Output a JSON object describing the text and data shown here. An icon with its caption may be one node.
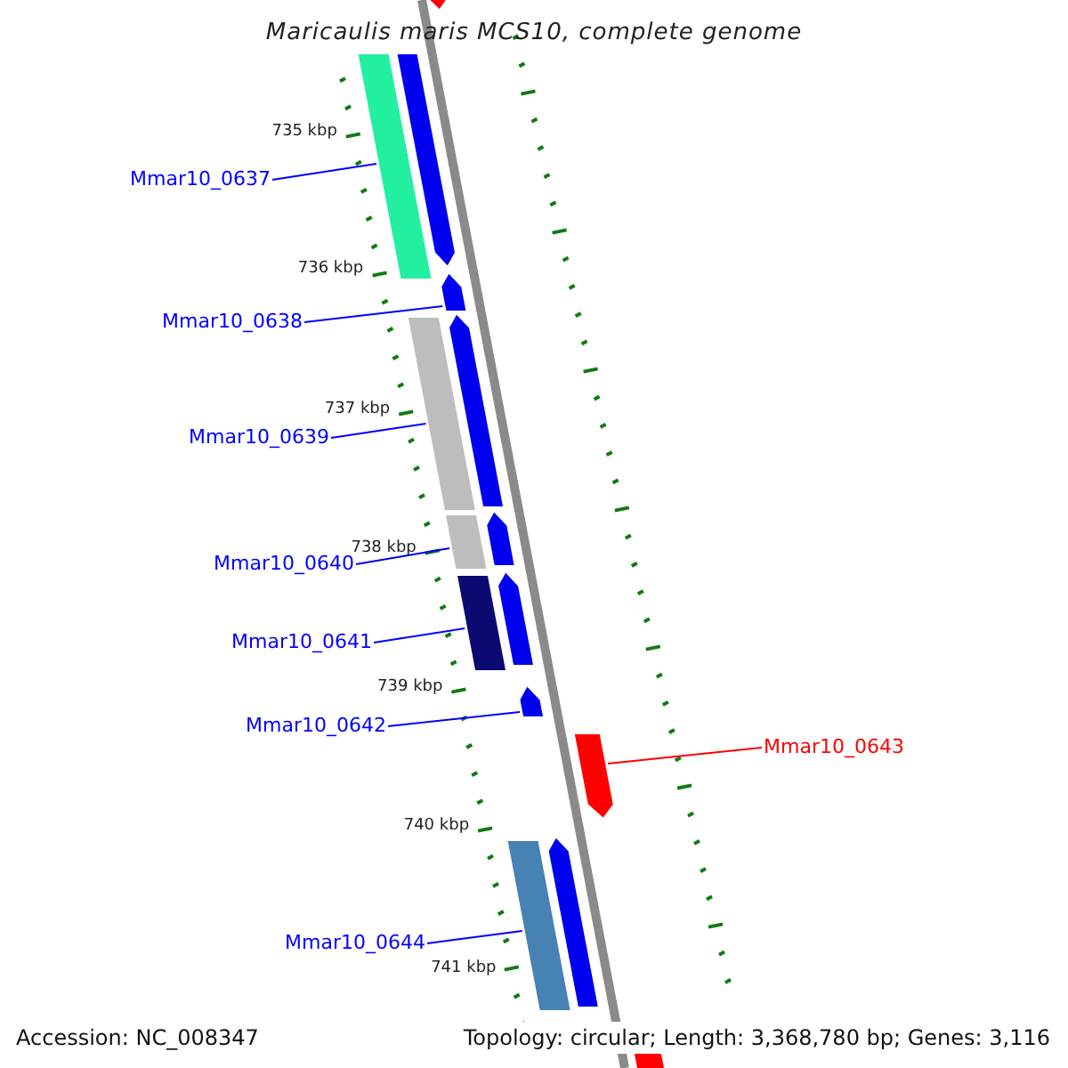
{
  "diagram": {
    "title": "Maricaulis maris MCS10, complete genome",
    "nodes": [
      {
        "text": [
          "Mmar10_0637"
        ]
      },
      {
        "text": [
          "Mmar10_0638"
        ]
      },
      {
        "text": [
          "Mmar10_0639"
        ]
      },
      {
        "text": [
          "Mmar10_0640"
        ]
      },
      {
        "text": [
          "Mmar10_0641"
        ]
      },
      {
        "text": [
          "Mmar10_0642"
        ]
      },
      {
        "text": [
          "Mmar10_0643"
        ]
      },
      {
        "text": [
          "Mmar10_0644"
        ]
      },
      {
        "text": [],
        "shape": "arrow"
      },
      {
        "text": [],
        "shape": "arrow"
      },
      {
        "text": [],
        "shape": "arrow"
      },
      {
        "text": [],
        "shape": "arrow"
      },
      {
        "text": [],
        "shape": "arrow"
      },
      {
        "text": [],
        "shape": "arrow"
      },
      {
        "text": [],
        "shape": "arrow"
      },
      {
        "text": [],
        "shape": "arrow"
      }
    ],
    "edges": [
      {
        "from": 0,
        "to": 8,
        "arrow": "none"
      },
      {
        "from": 1,
        "to": 9,
        "arrow": "none"
      },
      {
        "from": 2,
        "to": 10,
        "arrow": "none"
      },
      {
        "from": 3,
        "to": 11,
        "arrow": "none"
      },
      {
        "from": 4,
        "to": 12,
        "arrow": "none"
      },
      {
        "from": 5,
        "to": 13,
        "arrow": "none"
      },
      {
        "from": 6,
        "to": 14,
        "arrow": "none",
        "color": "#ff0000"
      },
      {
        "from": 7,
        "to": 15,
        "arrow": "none"
      }
    ],
    "labels": [
      "735 kbp",
      "736 kbp",
      "737 kbp",
      "738 kbp",
      "739 kbp",
      "740 kbp",
      "741 kbp",
      "Accession: NC_008347",
      "Topology: circular; Length: 3,368,780 bp; Genes: 3,116"
    ]
  }
}
